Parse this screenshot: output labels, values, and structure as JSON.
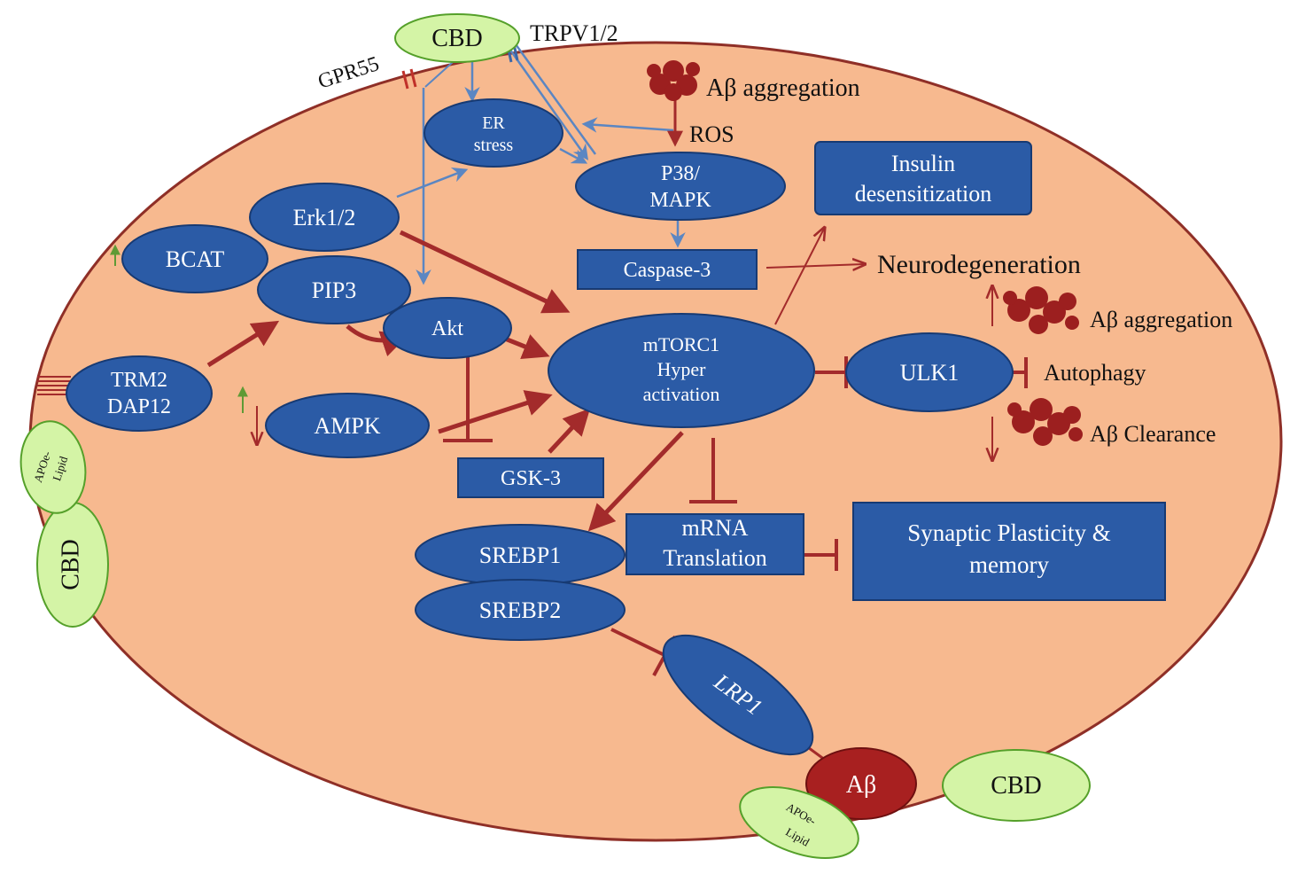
{
  "cell": {
    "fill": "#f7b98f",
    "stroke": "#8f2f27"
  },
  "colors": {
    "node_fill": "#2b5ba6",
    "node_stroke": "#173a73",
    "cbd_fill": "#d4f4a6",
    "cbd_stroke": "#55a02a",
    "abeta_fill": "#a82020",
    "red_arrow": "#a32b2b",
    "blue_arrow": "#5b86c2",
    "green_arrow": "#5f9a35",
    "plaque": "#9c1f1f"
  },
  "nodes": {
    "cbd_top": "CBD",
    "cbd_left": "CBD",
    "cbd_right": "CBD",
    "apoe_left": [
      "APOe-",
      "Lipid"
    ],
    "apoe_bottom": [
      "APOe-",
      "Lipid"
    ],
    "er_stress": [
      "ER",
      "stress"
    ],
    "p38": [
      "P38/",
      "MAPK"
    ],
    "insulin": [
      "Insulin",
      "desensitization"
    ],
    "erk": "Erk1/2",
    "bcat": "BCAT",
    "pip3": "PIP3",
    "akt": "Akt",
    "caspase": "Caspase-3",
    "trm2": [
      "TRM2",
      "DAP12"
    ],
    "ampk": "AMPK",
    "mtorc1": [
      "mTORC1",
      "Hyper",
      "activation"
    ],
    "ulk1": "ULK1",
    "gsk3": "GSK-3",
    "srebp1": "SREBP1",
    "srebp2": "SREBP2",
    "mrna": [
      "mRNA",
      "Translation"
    ],
    "synaptic": [
      "Synaptic Plasticity &",
      "memory"
    ],
    "lrp1": "LRP1",
    "abeta": "Aβ"
  },
  "labels": {
    "trpv": "TRPV1/2",
    "gpr55": "GPR55",
    "abeta_aggregation_top": "Aβ aggregation",
    "ros": "ROS",
    "neurodegeneration": "Neurodegeneration",
    "abeta_aggregation_right": "Aβ aggregation",
    "autophagy": "Autophagy",
    "abeta_clearance": "Aβ Clearance"
  }
}
